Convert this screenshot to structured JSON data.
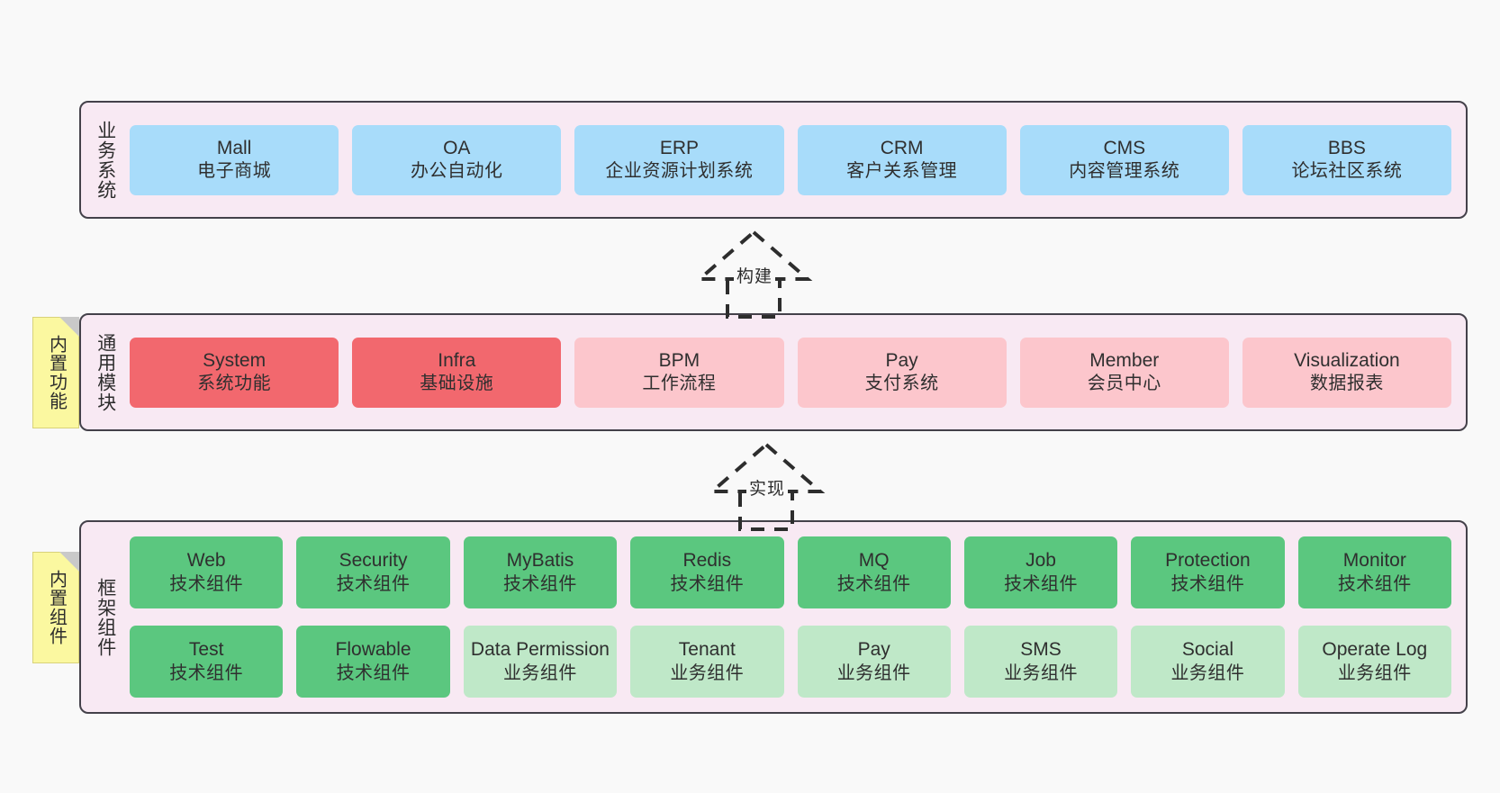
{
  "diagram": {
    "title": "ruoyi-vue-pro architecture layers",
    "background": "#f9f9f9",
    "colors": {
      "layer_bg": "#f8e9f3",
      "layer_border": "#44414a",
      "business_node": "#a8dcfa",
      "module_core": "#f2686e",
      "module_light": "#fcc6cc",
      "tech_component": "#5bc77f",
      "biz_component": "#bfe8c8",
      "note_bg": "#fbf8a0",
      "note_fold": "#c9c9c9"
    }
  },
  "layers": [
    {
      "id": "business",
      "title": "业务系统",
      "nodes": [
        {
          "en": "Mall",
          "cn": "电子商城"
        },
        {
          "en": "OA",
          "cn": "办公自动化"
        },
        {
          "en": "ERP",
          "cn": "企业资源计划系统"
        },
        {
          "en": "CRM",
          "cn": "客户关系管理"
        },
        {
          "en": "CMS",
          "cn": "内容管理系统"
        },
        {
          "en": "BBS",
          "cn": "论坛社区系统"
        }
      ]
    },
    {
      "id": "common",
      "title": "通用模块",
      "note": "内置功能",
      "nodes": [
        {
          "en": "System",
          "cn": "系统功能",
          "color": "#f2686e"
        },
        {
          "en": "Infra",
          "cn": "基础设施",
          "color": "#f2686e"
        },
        {
          "en": "BPM",
          "cn": "工作流程",
          "color": "#fcc6cc"
        },
        {
          "en": "Pay",
          "cn": "支付系统",
          "color": "#fcc6cc"
        },
        {
          "en": "Member",
          "cn": "会员中心",
          "color": "#fcc6cc"
        },
        {
          "en": "Visualization",
          "cn": "数据报表",
          "color": "#fcc6cc"
        }
      ]
    },
    {
      "id": "framework",
      "title": "框架组件",
      "note": "内置组件",
      "rows": [
        [
          {
            "en": "Web",
            "cn": "技术组件",
            "color": "#5bc77f"
          },
          {
            "en": "Security",
            "cn": "技术组件",
            "color": "#5bc77f"
          },
          {
            "en": "MyBatis",
            "cn": "技术组件",
            "color": "#5bc77f"
          },
          {
            "en": "Redis",
            "cn": "技术组件",
            "color": "#5bc77f"
          },
          {
            "en": "MQ",
            "cn": "技术组件",
            "color": "#5bc77f"
          },
          {
            "en": "Job",
            "cn": "技术组件",
            "color": "#5bc77f"
          },
          {
            "en": "Protection",
            "cn": "技术组件",
            "color": "#5bc77f"
          },
          {
            "en": "Monitor",
            "cn": "技术组件",
            "color": "#5bc77f"
          }
        ],
        [
          {
            "en": "Test",
            "cn": "技术组件",
            "color": "#5bc77f"
          },
          {
            "en": "Flowable",
            "cn": "技术组件",
            "color": "#5bc77f"
          },
          {
            "en": "Data Permission",
            "cn": "业务组件",
            "color": "#bfe8c8"
          },
          {
            "en": "Tenant",
            "cn": "业务组件",
            "color": "#bfe8c8"
          },
          {
            "en": "Pay",
            "cn": "业务组件",
            "color": "#bfe8c8"
          },
          {
            "en": "SMS",
            "cn": "业务组件",
            "color": "#bfe8c8"
          },
          {
            "en": "Social",
            "cn": "业务组件",
            "color": "#bfe8c8"
          },
          {
            "en": "Operate Log",
            "cn": "业务组件",
            "color": "#bfe8c8"
          }
        ]
      ]
    }
  ],
  "connectors": [
    {
      "id": "build",
      "label": "构建",
      "from": "common",
      "to": "business"
    },
    {
      "id": "implement",
      "label": "实现",
      "from": "framework",
      "to": "common"
    }
  ]
}
